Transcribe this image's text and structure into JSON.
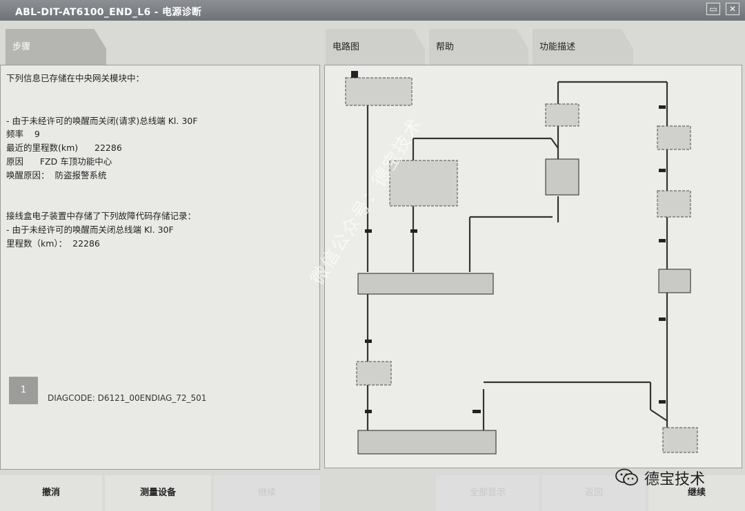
{
  "window": {
    "title": "ABL-DIT-AT6100_END_L6 - 电源诊断"
  },
  "tabs": {
    "steps": "步骤",
    "circuit": "电路图",
    "help": "帮助",
    "function": "功能描述"
  },
  "steps": {
    "lines": [
      "下列信息已存储在中央网关模块中：",
      "- 由于未经许可的唤醒而关闭(请求)总线端 Kl. 30F",
      "频率    9",
      "最近的里程数(km)      22286",
      "原因      FZD 车顶功能中心",
      "唤醒原因：  防盗报警系统",
      "接线盒电子装置中存储了下列故障代码存储记录：",
      "- 由于未经许可的唤醒而关闭总线端 Kl. 30F",
      "里程数（km）：  22286"
    ],
    "diag_number": "1",
    "diag_code": "DIAGCODE: D6121_00ENDIAG_72_501"
  },
  "bottom": {
    "cancel": "撤消",
    "measure": "测量设备",
    "continue": "继续",
    "show_all": "全部显示",
    "back": "返回",
    "next": "继续"
  },
  "watermark": "微信公众号：德宝技术",
  "brand": "德宝技术"
}
